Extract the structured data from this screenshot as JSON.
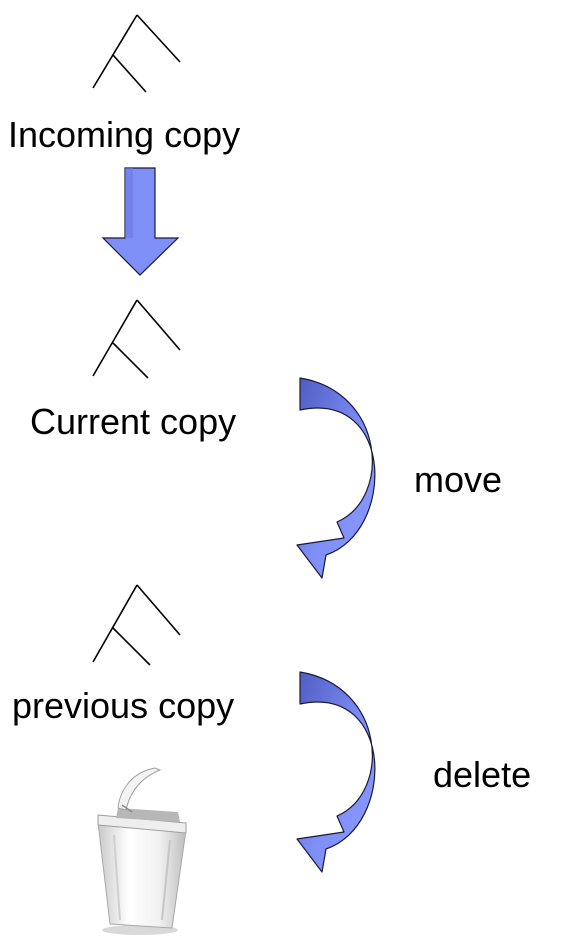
{
  "diagram": {
    "labels": {
      "incoming": "Incoming copy",
      "current": "Current copy",
      "previous": "previous copy",
      "move": "move",
      "delete": "delete"
    },
    "icons": {
      "tree": "tree-icon",
      "arrow_down": "down-arrow-icon",
      "curved_arrow": "curved-arrow-icon",
      "trash": "trash-can-icon"
    },
    "colors": {
      "arrow_fill": "#7f8ff8",
      "arrow_dark": "#5865c9",
      "arrow_stroke": "#1a1a3a",
      "line": "#000000"
    }
  }
}
